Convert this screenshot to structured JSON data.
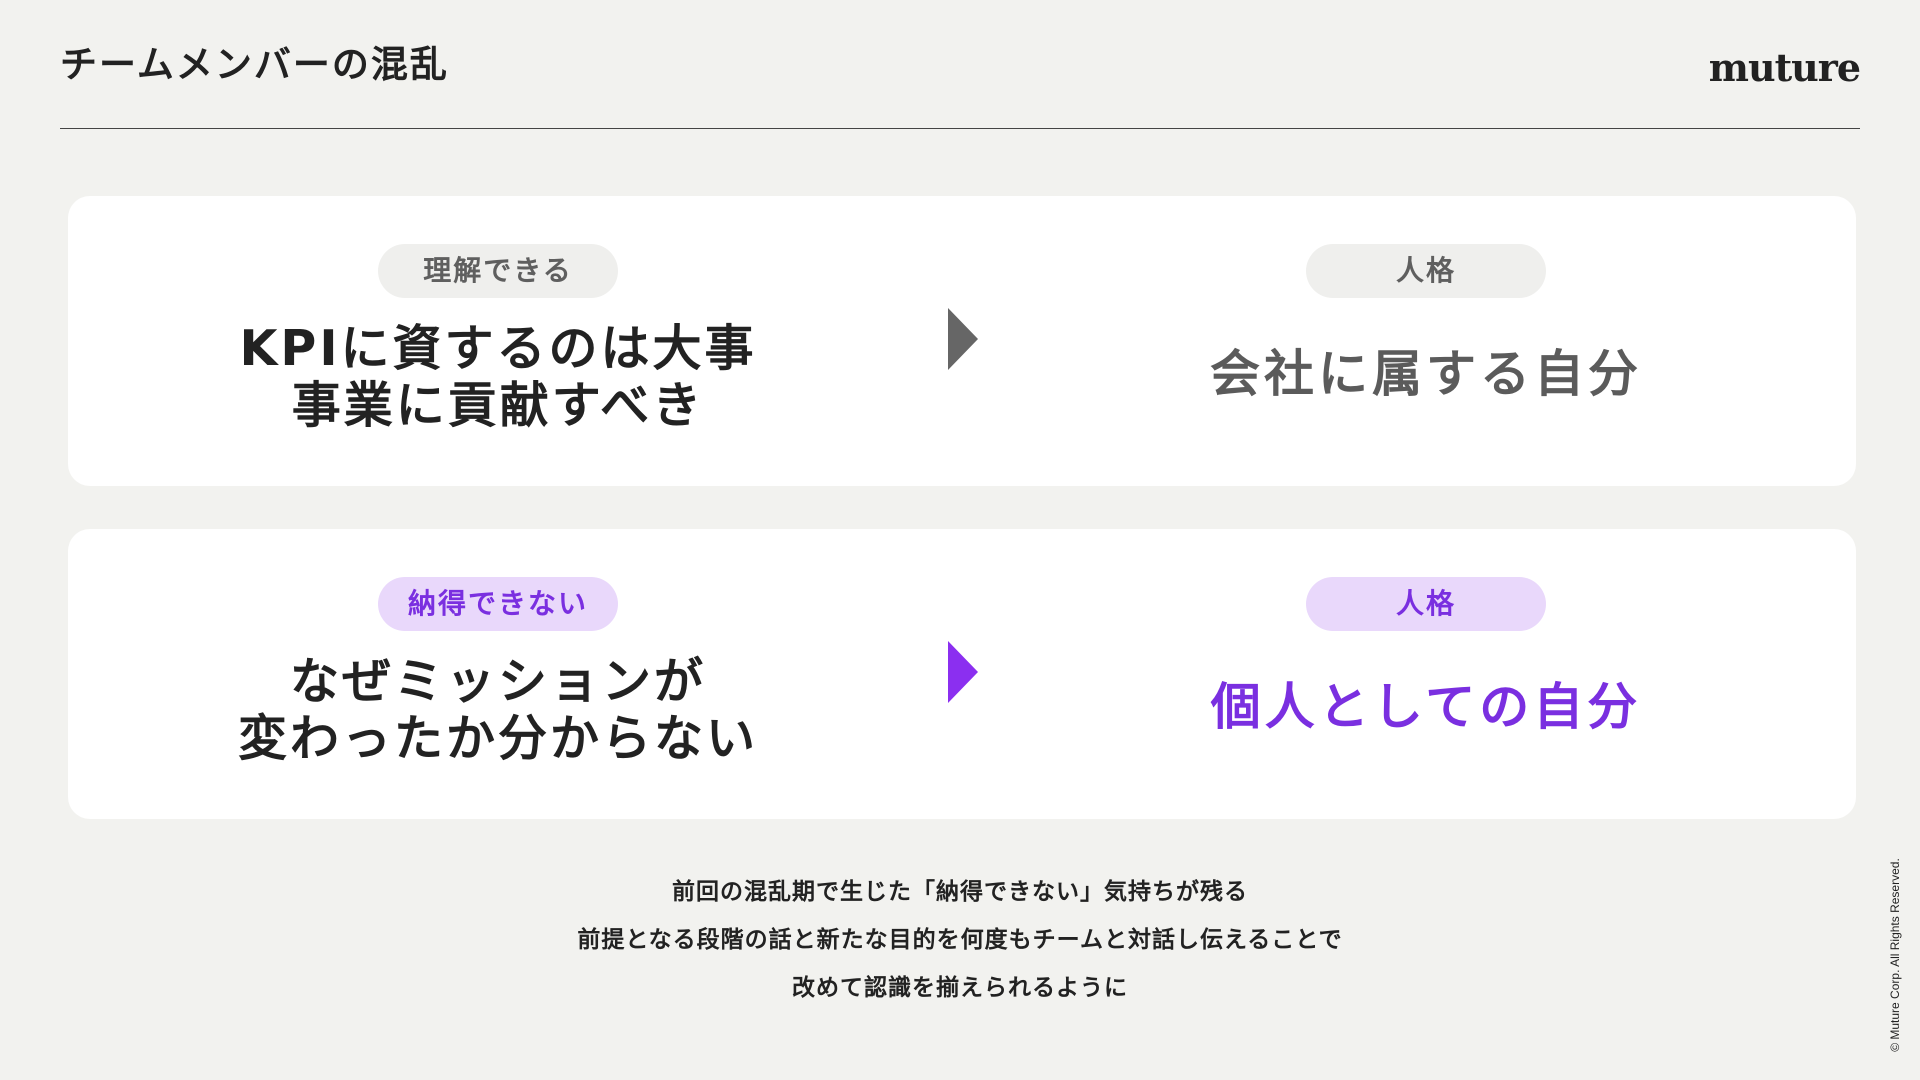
{
  "header": {
    "title": "チームメンバーの混乱",
    "logo_text": "muture"
  },
  "rows": [
    {
      "left": {
        "pill": "理解できる",
        "lines": [
          "KPIに資するのは大事",
          "事業に貢献すべき"
        ]
      },
      "right": {
        "pill": "人格",
        "text": "会社に属する自分"
      },
      "theme": "gray"
    },
    {
      "left": {
        "pill": "納得できない",
        "lines": [
          "なぜミッションが",
          "変わったか分からない"
        ]
      },
      "right": {
        "pill": "人格",
        "text": "個人としての自分"
      },
      "theme": "purple"
    }
  ],
  "footer": {
    "lines": [
      "前回の混乱期で生じた「納得できない」気持ちが残る",
      "前提となる段階の話と新たな目的を何度もチームと対話し伝えることで",
      "改めて認識を揃えられるように"
    ]
  },
  "copyright": "© Muture Corp. All Rights Reserved.",
  "colors": {
    "background": "#f2f2ef",
    "card": "#ffffff",
    "accent_purple": "#7a2fe0",
    "pill_purple_bg": "#e9d8fb",
    "pill_gray_bg": "#efefed",
    "arrow_gray": "#666666",
    "arrow_purple": "#8b2ff0"
  }
}
